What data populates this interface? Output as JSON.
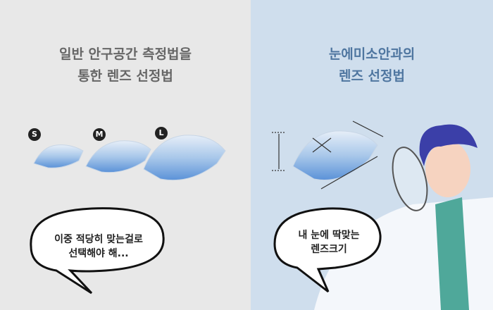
{
  "left": {
    "title_line1": "일반 안구공간 측정법을",
    "title_line2": "통한 렌즈 선정법",
    "sizes": [
      "S",
      "M",
      "L"
    ],
    "bubble_line1": "이중 적당히 맞는걸로",
    "bubble_line2": "선택해야 해..."
  },
  "right": {
    "title_line1": "눈에미소안과의",
    "title_line2": "렌즈 선정법",
    "bubble_line1": "내 눈에 딱맞는",
    "bubble_line2": "렌즈크기"
  },
  "colors": {
    "left_bg": "#e8e8e8",
    "right_bg": "#cfdeed",
    "right_title": "#4f76a0",
    "left_title": "#666666"
  }
}
